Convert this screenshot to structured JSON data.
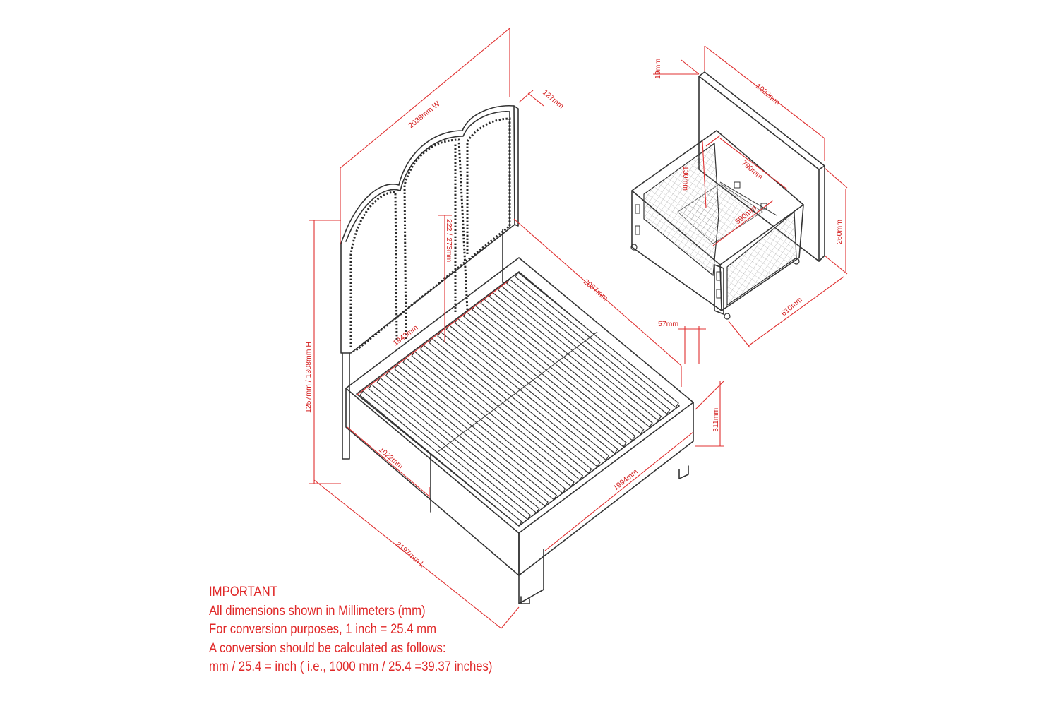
{
  "colors": {
    "line": "#333333",
    "dimension": "#e03030",
    "text": "#d42020"
  },
  "bed": {
    "dims": {
      "width": "2038mm W",
      "depth_headboard": "127mm",
      "height": "1257mm / 1308mm H",
      "clearance": "222 / 273mm",
      "inner_width": "1943mm",
      "inner_length": "2057mm",
      "rail_gap": "57mm",
      "side_height": "311mm",
      "drawer_width": "1022mm",
      "rail_length": "1994mm",
      "overall_length": "2197mm L"
    }
  },
  "drawer": {
    "dims": {
      "panel_thickness": "19mm",
      "front_width": "1022mm",
      "inner_height": "130mm",
      "inner_width": "790mm",
      "inner_depth": "590mm",
      "height": "260mm",
      "depth": "610mm"
    }
  },
  "notes": {
    "heading": "IMPORTANT",
    "lines": [
      "All dimensions shown in Millimeters (mm)",
      "For conversion purposes, 1 inch = 25.4 mm",
      "A conversion should be calculated as follows:",
      "mm / 25.4 = inch ( i.e., 1000 mm / 25.4 =39.37 inches)"
    ]
  }
}
